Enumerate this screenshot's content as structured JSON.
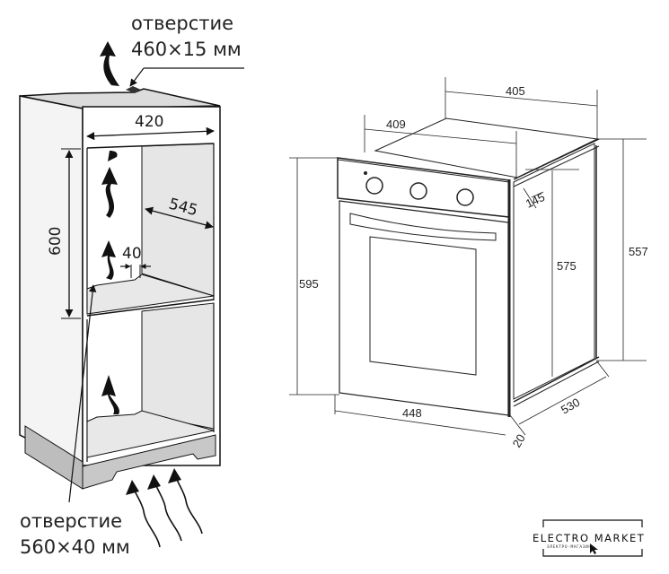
{
  "cabinet_diagram": {
    "top_opening": {
      "line1": "отверстие",
      "line2": "460×15 мм"
    },
    "bottom_opening": {
      "line1": "отверстие",
      "line2": "560×40 мм"
    },
    "dimensions": {
      "width": "420",
      "depth": "545",
      "height": "600",
      "gap": "40"
    }
  },
  "oven_diagram": {
    "dimensions": {
      "top_depth": "405",
      "inner_width": "409",
      "bracket": "145",
      "front_height": "595",
      "body_height": "575",
      "total_height": "557",
      "front_width": "448",
      "depth": "530",
      "panel_thickness": "20"
    },
    "knob_count": 3
  },
  "watermark": {
    "title": "ELECTRO MARKET",
    "subtitle": "ЭЛЕКТРО·МАГАЗИН"
  }
}
